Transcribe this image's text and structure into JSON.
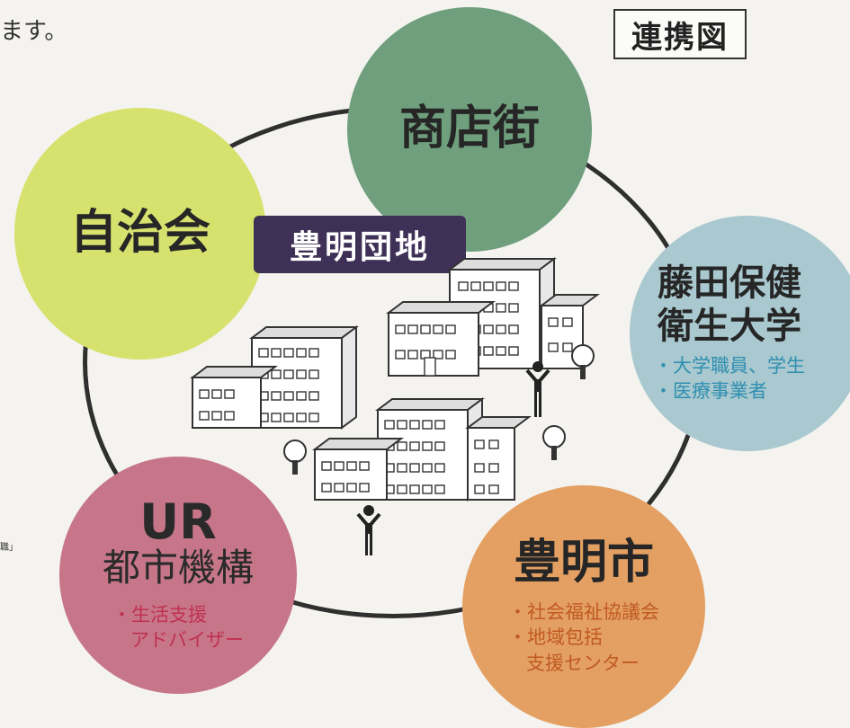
{
  "header": {
    "text_fragment": "ます。",
    "badge": "連携図"
  },
  "center": {
    "label": "豊明団地",
    "icons": [
      "building-icon",
      "person-icon",
      "tree-icon"
    ]
  },
  "nodes": {
    "shop": {
      "title": "商店街",
      "color": "#6f9f7d"
    },
    "jichi": {
      "title": "自治会",
      "color": "#d7e16e"
    },
    "fujita": {
      "title_line1": "藤田保健",
      "title_line2": "衛生大学",
      "items": [
        "・大学職員、学生",
        "・医療事業者"
      ],
      "color": "#a9c8cf"
    },
    "ur": {
      "title_line1": "UR",
      "title_line2": "都市機構",
      "items": [
        "・生活支援",
        "アドバイザー"
      ],
      "color": "#c7768a"
    },
    "city": {
      "title": "豊明市",
      "items": [
        "・社会福祉協議会",
        "・地域包括",
        "支援センター"
      ],
      "color": "#e4a063"
    }
  },
  "edge_fragment": "職」"
}
